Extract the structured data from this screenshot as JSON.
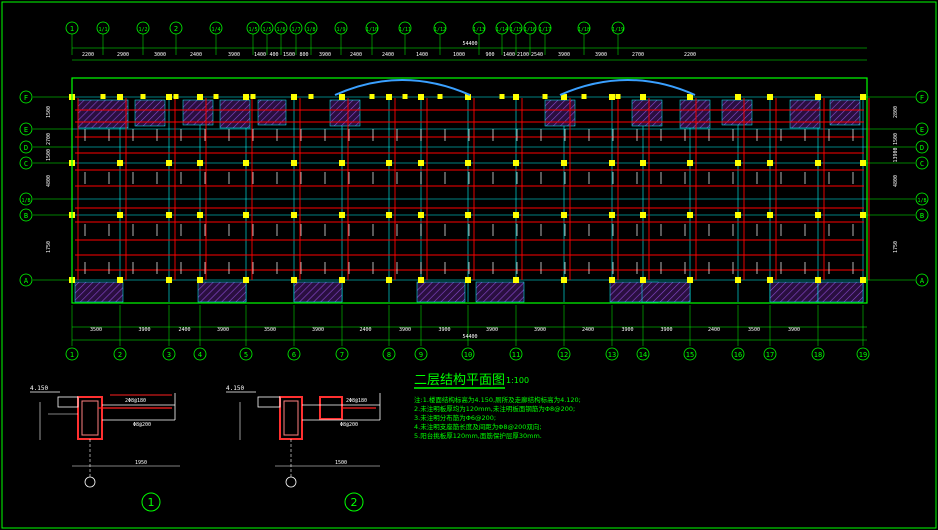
{
  "drawing": {
    "title": "二层结构平面图",
    "scale": "1:100",
    "notes": [
      "注:1.楼面结构标高为4.150,厕所及走廊结构标高为4.120;",
      "2.未注明板厚均为120mm,未注明板面钢筋为Φ8@200;",
      "3.未注明分布筋为Φ6@200;",
      "4.未注明支座筋长度及间距为Φ8@200双向;",
      "5.阳台挑板厚120mm,面筋保护层厚30mm."
    ]
  },
  "axes": {
    "top_labels": [
      "1",
      "1/1",
      "1/2",
      "2",
      "1/4",
      "1/5",
      "1/5",
      "1/6",
      "1/7",
      "1/8",
      "1/9",
      "1/10",
      "1/11",
      "1/12",
      "1/13",
      "1/14",
      "1/15",
      "1/16",
      "1/17",
      "1/18",
      "1/19"
    ],
    "bottom_labels": [
      "1",
      "2",
      "3",
      "4",
      "5",
      "6",
      "7",
      "8",
      "9",
      "10",
      "11",
      "12",
      "13",
      "14",
      "15",
      "16",
      "17",
      "18",
      "19"
    ],
    "left_labels": [
      "F",
      "E",
      "D",
      "C",
      "1/B",
      "B",
      "A"
    ],
    "top_dims": [
      "2200",
      "2900",
      "3000",
      "2400",
      "3900",
      "1400",
      "400",
      "1500",
      "800",
      "3900",
      "2400",
      "2400",
      "1400",
      "1000",
      "900",
      "1400",
      "2100",
      "2540",
      "3900",
      "3900",
      "2700",
      "2200"
    ],
    "bottom_dims": [
      "3500",
      "3900",
      "2400",
      "3900",
      "3500",
      "3900",
      "2400",
      "3900",
      "3900",
      "3900",
      "3900",
      "2400",
      "3900",
      "3900",
      "2400",
      "3500",
      "3900"
    ],
    "total_dim": "54400",
    "left_dims": [
      "1500",
      "2700",
      "1500",
      "4800",
      "1750"
    ],
    "right_dims": [
      "2800",
      "1500",
      "13900",
      "4800",
      "1750"
    ]
  },
  "details": [
    {
      "id": "1",
      "elevation": "4.150",
      "rebar_a": "2Φ8@180",
      "rebar_b": "Φ8@200",
      "dim": "1950"
    },
    {
      "id": "2",
      "elevation": "4.150",
      "rebar_a": "2Φ8@180",
      "rebar_b": "Φ8@200",
      "dim": "1500"
    }
  ],
  "colors": {
    "background": "#000000",
    "frame": "#00ff00",
    "grid": "#00ffff",
    "beam": "#ff0000",
    "column": "#ffff00",
    "hatch": "#7a3aa8",
    "arch": "#3aa0ff",
    "text": "#00ff00",
    "white": "#ffffff"
  }
}
